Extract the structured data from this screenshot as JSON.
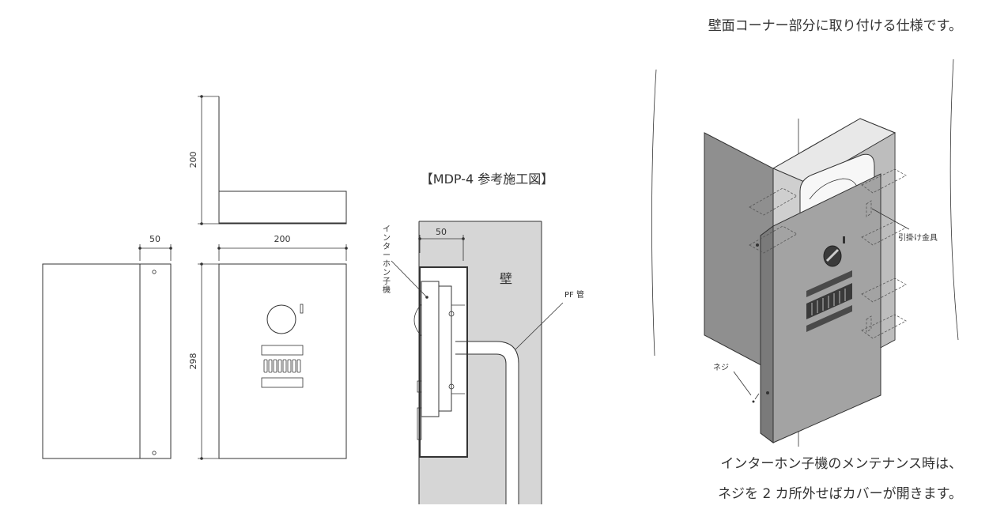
{
  "title_top_right": "壁面コーナー部分に取り付ける仕様です。",
  "figure_title": "【MDP-4 参考施工図】",
  "dims": {
    "side_height": "200",
    "depth": "50",
    "width": "200",
    "height": "298",
    "section_depth": "50"
  },
  "labels": {
    "intercom_chars": [
      "イ",
      "ン",
      "タ",
      "ー",
      "ホ",
      "ン",
      "子",
      "機"
    ],
    "wall": "壁",
    "pf_pipe": "PF 管",
    "hook_bracket": "引掛け金具",
    "screw": "ネジ"
  },
  "note_lines": [
    "インターホン子機のメンテナンス時は、",
    "ネジを 2 カ所外せばカバーが開きます。"
  ]
}
